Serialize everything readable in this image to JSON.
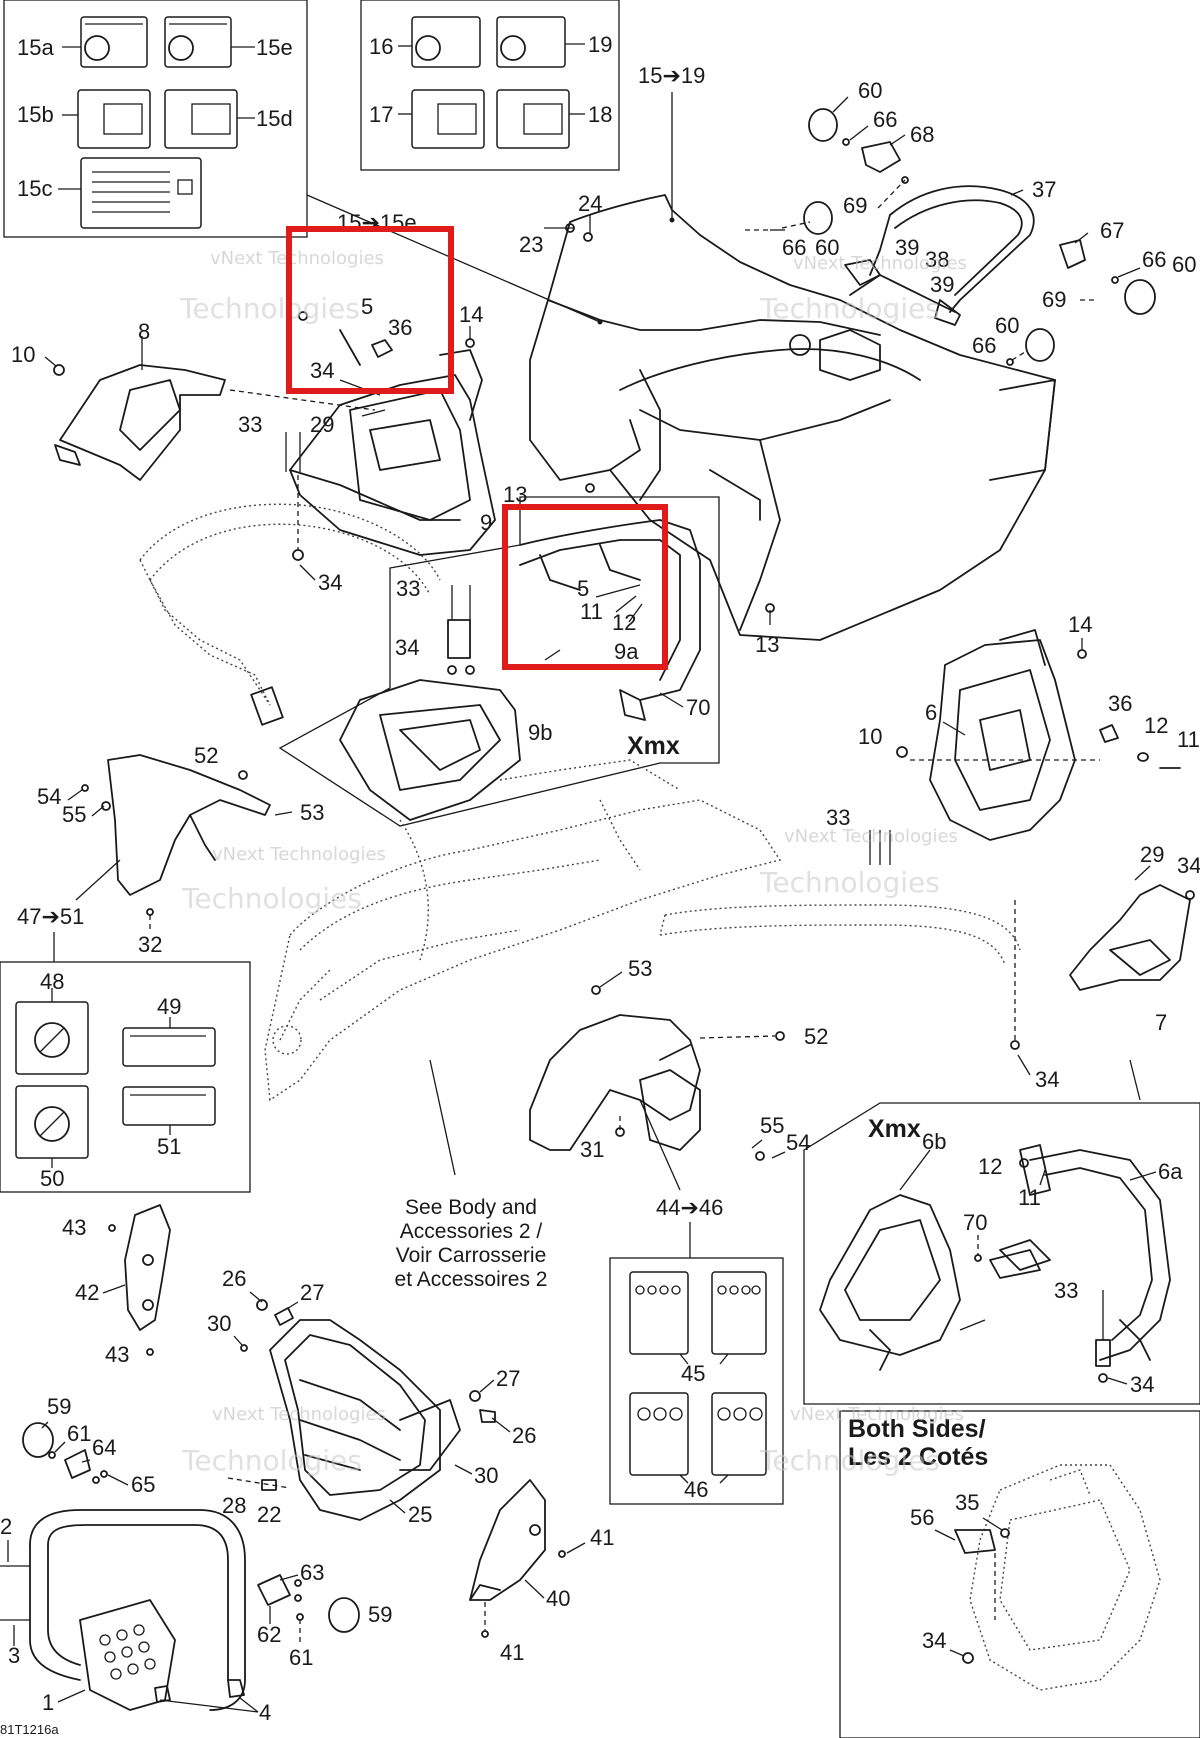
{
  "diagram": {
    "drawing_code": "81T1216a",
    "watermark": [
      "vNext",
      "Technologies",
      "vNext Technologies"
    ],
    "callouts": {
      "c15a": "15a",
      "c15e": "15e",
      "c15b": "15b",
      "c15d": "15d",
      "c15c": "15c",
      "c16": "16",
      "c19": "19",
      "c17": "17",
      "c18": "18",
      "range15_19": "15➔19",
      "range15_15e": "15➔15e",
      "c60a": "60",
      "c66a": "66",
      "c68": "68",
      "c69a": "69",
      "c37": "37",
      "c24": "24",
      "c23": "23",
      "c66b": "66",
      "c60b": "60",
      "c39a": "39",
      "c38": "38",
      "c39b": "39",
      "c67": "67",
      "c66c": "66",
      "c60c": "60",
      "c69b": "69",
      "c60d": "60",
      "c66d": "66",
      "c5a": "5",
      "c36a": "36",
      "c14a": "14",
      "c34a": "34",
      "c8": "8",
      "c10a": "10",
      "c33a": "33",
      "c29a": "29",
      "c9": "9",
      "c34b": "34",
      "c13a": "13",
      "c33b": "33",
      "c5b": "5",
      "c11a": "11",
      "c12a": "12",
      "c34c": "34",
      "c9a": "9a",
      "c70a": "70",
      "c9b": "9b",
      "xmx1": "Xmx",
      "c13b": "13",
      "c14b": "14",
      "c6": "6",
      "c36b": "36",
      "c12b": "12",
      "c11b": "11",
      "c10b": "10",
      "c33c": "33",
      "c29b": "29",
      "c34d": "34",
      "c7": "7",
      "c34e": "34",
      "c52a": "52",
      "c54a": "54",
      "c55a": "55",
      "c53a": "53",
      "range47_51": "47➔51",
      "c32": "32",
      "c48": "48",
      "c49": "49",
      "c50": "50",
      "c51": "51",
      "c53b": "53",
      "c52b": "52",
      "c55b": "55",
      "c54b": "54",
      "c31": "31",
      "range44_46": "44➔46",
      "c45": "45",
      "c46": "46",
      "xmx2": "Xmx",
      "c6b": "6b",
      "c12c": "12",
      "c11c": "11",
      "c6a": "6a",
      "c70b": "70",
      "c33d": "33",
      "c34f": "34",
      "both_sides_1": "Both Sides/",
      "both_sides_2": "Les 2 Cotés",
      "c56": "56",
      "c35": "35",
      "c34g": "34",
      "c43a": "43",
      "c42": "42",
      "c43b": "43",
      "c26a": "26",
      "c27a": "27",
      "c30a": "30",
      "c27b": "27",
      "c26b": "26",
      "c30b": "30",
      "c28": "28",
      "c22": "22",
      "c25": "25",
      "c59a": "59",
      "c61a": "61",
      "c64": "64",
      "c65": "65",
      "c2": "2",
      "c3": "3",
      "c1": "1",
      "c4": "4",
      "c63": "63",
      "c62": "62",
      "c61b": "61",
      "c59b": "59",
      "c41a": "41",
      "c40": "40",
      "c41b": "41"
    },
    "see_also": [
      "See Body and",
      "Accessories 2 /",
      "Voir Carrosserie",
      "et Accessoires 2"
    ]
  },
  "colors": {
    "highlight": "#e01b1b",
    "linework": "#1a1a1a"
  }
}
